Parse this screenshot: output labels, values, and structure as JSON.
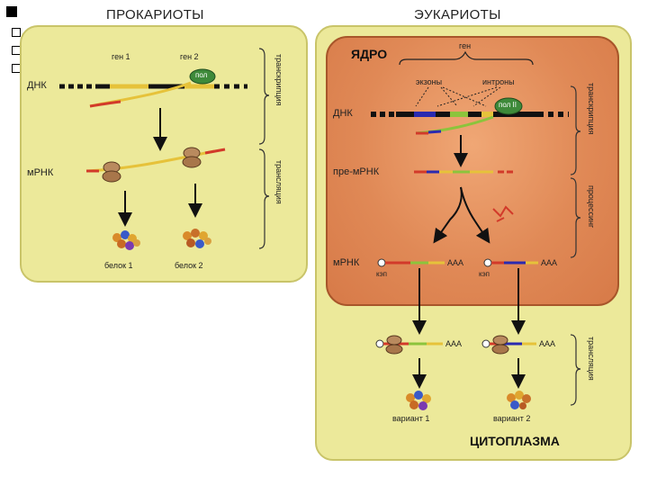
{
  "titles": {
    "prokaryotes": "ПРОКАРИОТЫ",
    "eukaryotes": "ЭУКАРИОТЫ"
  },
  "prokaryote": {
    "gene1": "ген 1",
    "gene2": "ген 2",
    "dna": "ДНК",
    "mrna": "мРНК",
    "pol": "пол",
    "protein1": "белок 1",
    "protein2": "белок 2",
    "transcription": "транскрипция",
    "translation": "трансляция"
  },
  "eukaryote": {
    "nucleus": "ЯДРО",
    "gene": "ген",
    "exons": "экзоны",
    "introns": "интроны",
    "dna": "ДНК",
    "pol": "пол II",
    "pre_mrna": "пре-мРНК",
    "mrna": "мРНК",
    "cap1": "кэп",
    "cap2": "кэп",
    "polya": "ААА",
    "variant1": "вариант 1",
    "variant2": "вариант 2",
    "cytoplasm": "ЦИТОПЛАЗМА",
    "transcription": "транскрипция",
    "processing": "процессинг",
    "translation": "трансляция"
  },
  "colors": {
    "panel": "#ece99a",
    "nucleus": "#e08956",
    "exon_blue": "#2a2ab0",
    "exon_green": "#8cc43c",
    "rna_yellow": "#e6c23a",
    "rna_red": "#d23a2a"
  }
}
